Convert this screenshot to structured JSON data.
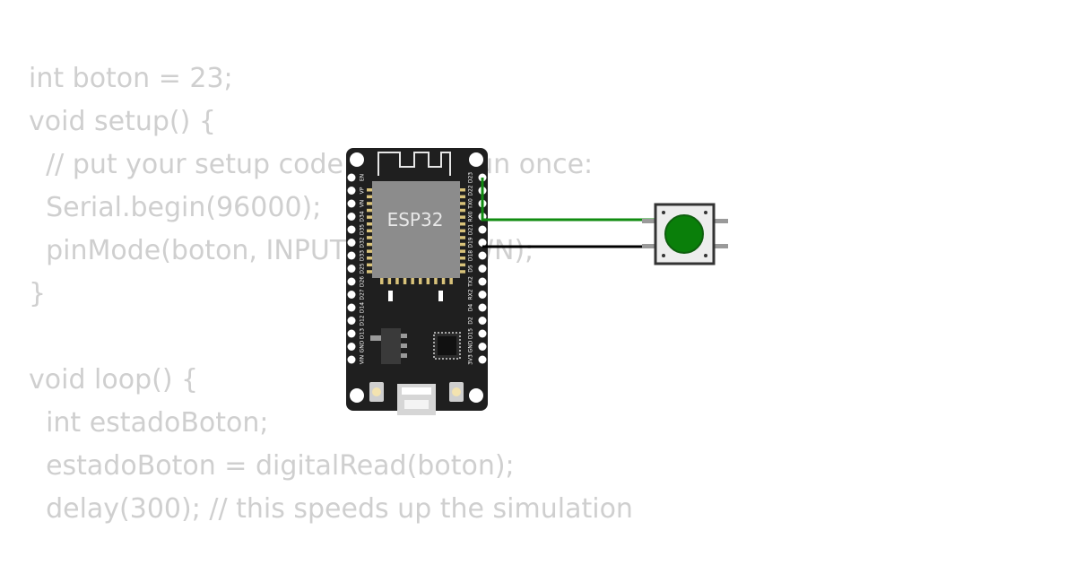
{
  "code": {
    "lines": [
      "int boton = 23;",
      "void setup() {",
      "  // put your setup code here, to run once:",
      "  Serial.begin(96000);",
      "  pinMode(boton, INPUT_PULLDOWN);",
      "}",
      "",
      "void loop() {",
      "  int estadoBoton;",
      "  estadoBoton = digitalRead(boton);",
      "  delay(300); // this speeds up the simulation"
    ]
  },
  "board": {
    "chip_label": "ESP32",
    "left_pins": [
      "EN",
      "VP",
      "VN",
      "D34",
      "D35",
      "D32",
      "D33",
      "D25",
      "D26",
      "D27",
      "D14",
      "D12",
      "D13",
      "GND",
      "VIN"
    ],
    "right_pins": [
      "D23",
      "D22",
      "TX0",
      "RX0",
      "D21",
      "D19",
      "D18",
      "D5",
      "TX2",
      "RX2",
      "D4",
      "D2",
      "D15",
      "GND",
      "3V3"
    ]
  },
  "colors": {
    "board": "#1f1f1f",
    "chip": "#8c8c8c",
    "pads": "#d8c27a",
    "wire_signal": "#118c11",
    "wire_gnd": "#000000",
    "button_cap": "#0a7f0a",
    "code_text": "#cfcfcf"
  }
}
